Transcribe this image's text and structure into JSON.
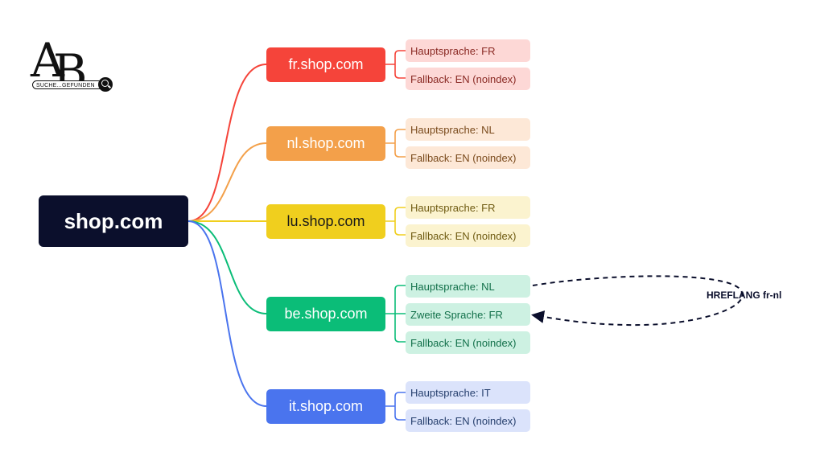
{
  "logo": {
    "letters": "AB",
    "tagline": "SUCHE...GEFUNDEN"
  },
  "root": {
    "label": "shop.com"
  },
  "branches": [
    {
      "label": "fr.shop.com",
      "color": "#f5443a",
      "leaf_bg": "#fdd8d6",
      "leaf_text": "#8a2a24",
      "items": [
        "Hauptsprache: FR",
        "Fallback: EN (noindex)"
      ]
    },
    {
      "label": "nl.shop.com",
      "color": "#f3a04a",
      "leaf_bg": "#fde8d7",
      "leaf_text": "#7a4a1c",
      "items": [
        "Hauptsprache: NL",
        "Fallback: EN (noindex)"
      ]
    },
    {
      "label": "lu.shop.com",
      "color": "#f0cf1e",
      "leaf_bg": "#fbf3cf",
      "leaf_text": "#6f5b12",
      "items": [
        "Hauptsprache: FR",
        "Fallback: EN (noindex)"
      ]
    },
    {
      "label": "be.shop.com",
      "color": "#0bbd78",
      "leaf_bg": "#cdf1e2",
      "leaf_text": "#12704a",
      "items": [
        "Hauptsprache: NL",
        "Zweite Sprache: FR",
        "Fallback: EN (noindex)"
      ]
    },
    {
      "label": "it.shop.com",
      "color": "#4a74ee",
      "leaf_bg": "#dbe3fb",
      "leaf_text": "#27406e",
      "items": [
        "Hauptsprache: IT",
        "Fallback: EN (noindex)"
      ]
    }
  ],
  "hreflang": {
    "label": "HREFLANG fr-nl"
  }
}
